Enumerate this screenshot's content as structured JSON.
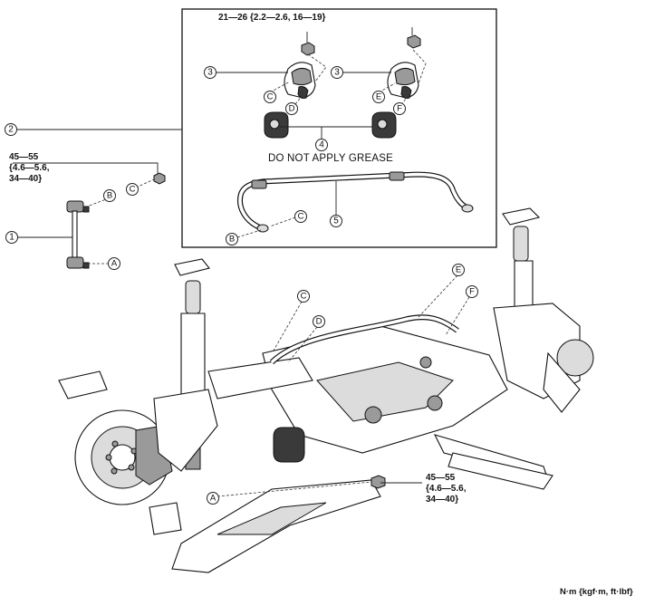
{
  "callouts": {
    "n1": "1",
    "n2": "2",
    "n3a": "3",
    "n3b": "3",
    "n4": "4",
    "n5": "5"
  },
  "letters": {
    "C_top_left": "C",
    "D_top": "D",
    "E_top": "E",
    "F_top": "F",
    "C_link": "C",
    "B_link": "B",
    "A_link": "A",
    "B_bar": "B",
    "C_bar": "C",
    "C_main": "C",
    "D_main": "D",
    "E_main": "E",
    "F_main": "F",
    "A_main": "A"
  },
  "torque": {
    "bracket_bolt": "21—26 {2.2—2.6, 16—19}",
    "link_nut_line1": "45—55",
    "link_nut_line2": "{4.6—5.6,",
    "link_nut_line3": "34—40}",
    "lower_nut_line1": "45—55",
    "lower_nut_line2": "{4.6—5.6,",
    "lower_nut_line3": "34—40}"
  },
  "note": "DO NOT APPLY GREASE",
  "units": "N·m {kgf·m, ft·lbf}",
  "colors": {
    "line": "#222222",
    "dark_part": "#3a3a3a",
    "mid_part": "#9a9a9a",
    "light_part": "#dcdcdc",
    "background": "#ffffff"
  }
}
